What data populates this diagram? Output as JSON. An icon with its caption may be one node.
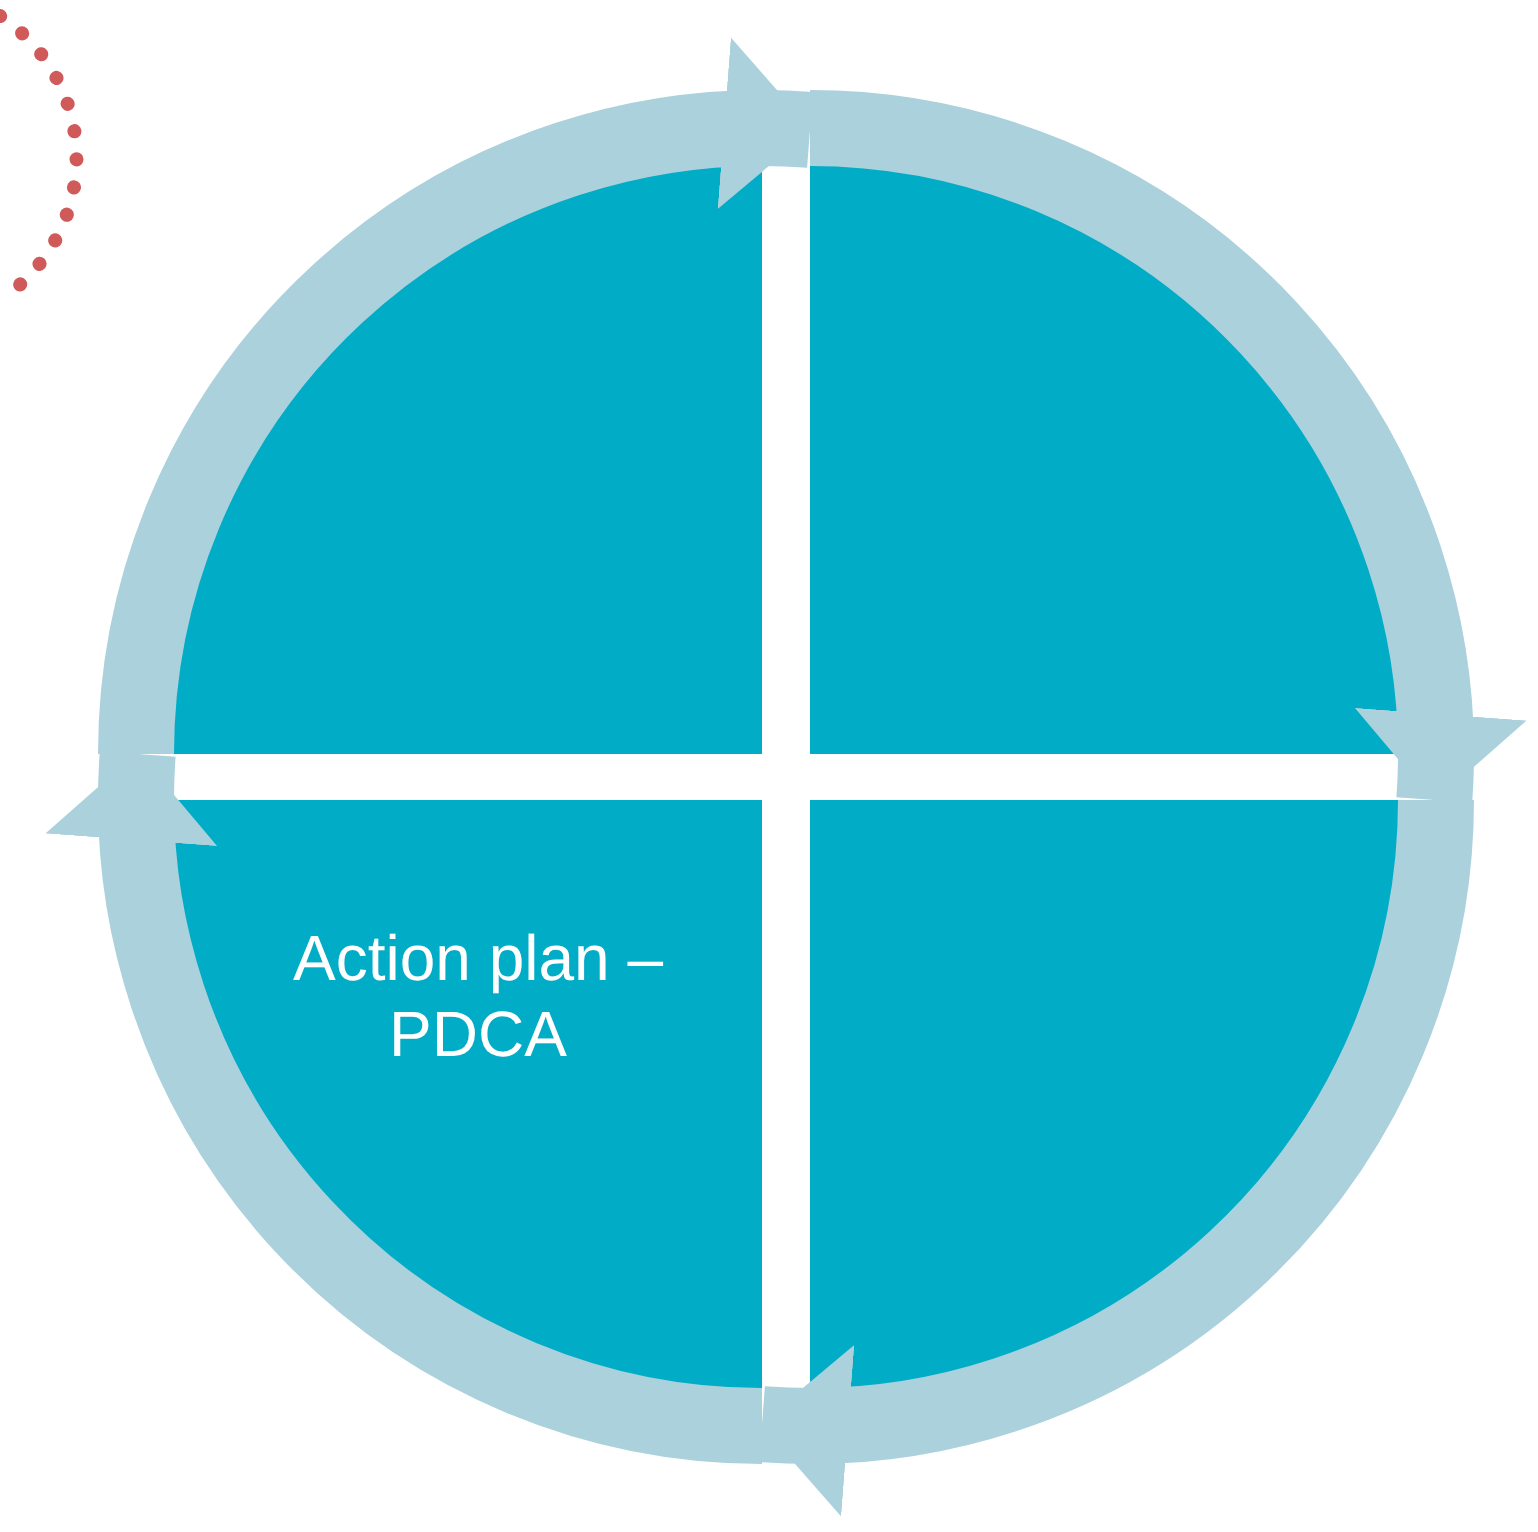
{
  "diagram": {
    "nodes": [
      {
        "text": [],
        "shape": "sector"
      },
      {
        "text": [],
        "shape": "sector"
      },
      {
        "text": [
          "Action plan – PDCA"
        ]
      },
      {
        "text": [],
        "shape": "sector"
      }
    ],
    "edges": [
      {
        "from": 0,
        "to": 1,
        "arrow": "to"
      },
      {
        "from": 1,
        "to": 3,
        "arrow": "to"
      },
      {
        "from": 3,
        "to": 2,
        "arrow": "to"
      },
      {
        "from": 2,
        "to": 0,
        "arrow": "to"
      }
    ]
  }
}
